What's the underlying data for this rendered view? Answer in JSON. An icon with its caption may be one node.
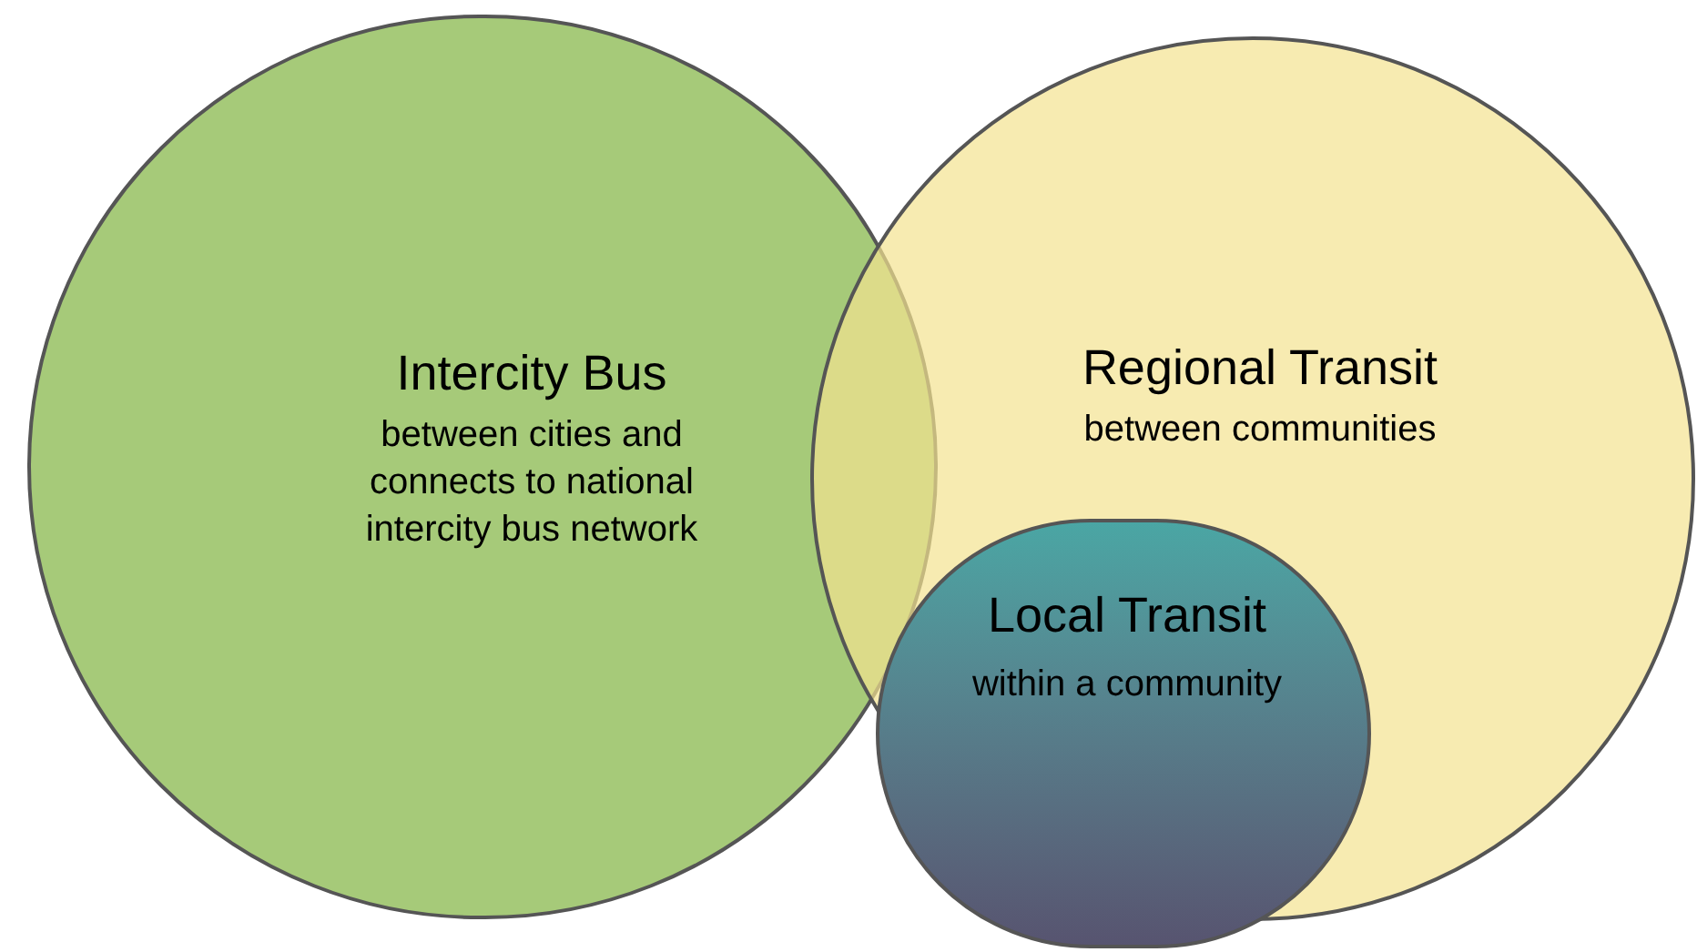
{
  "diagram": {
    "nodes": [
      {
        "text": [
          "Intercity Bus",
          "between cities and connects to national intercity bus network"
        ]
      },
      {
        "text": [
          "Regional Transit",
          "between communities"
        ]
      },
      {
        "text": [
          "Local Transit",
          "within a community"
        ]
      }
    ]
  }
}
